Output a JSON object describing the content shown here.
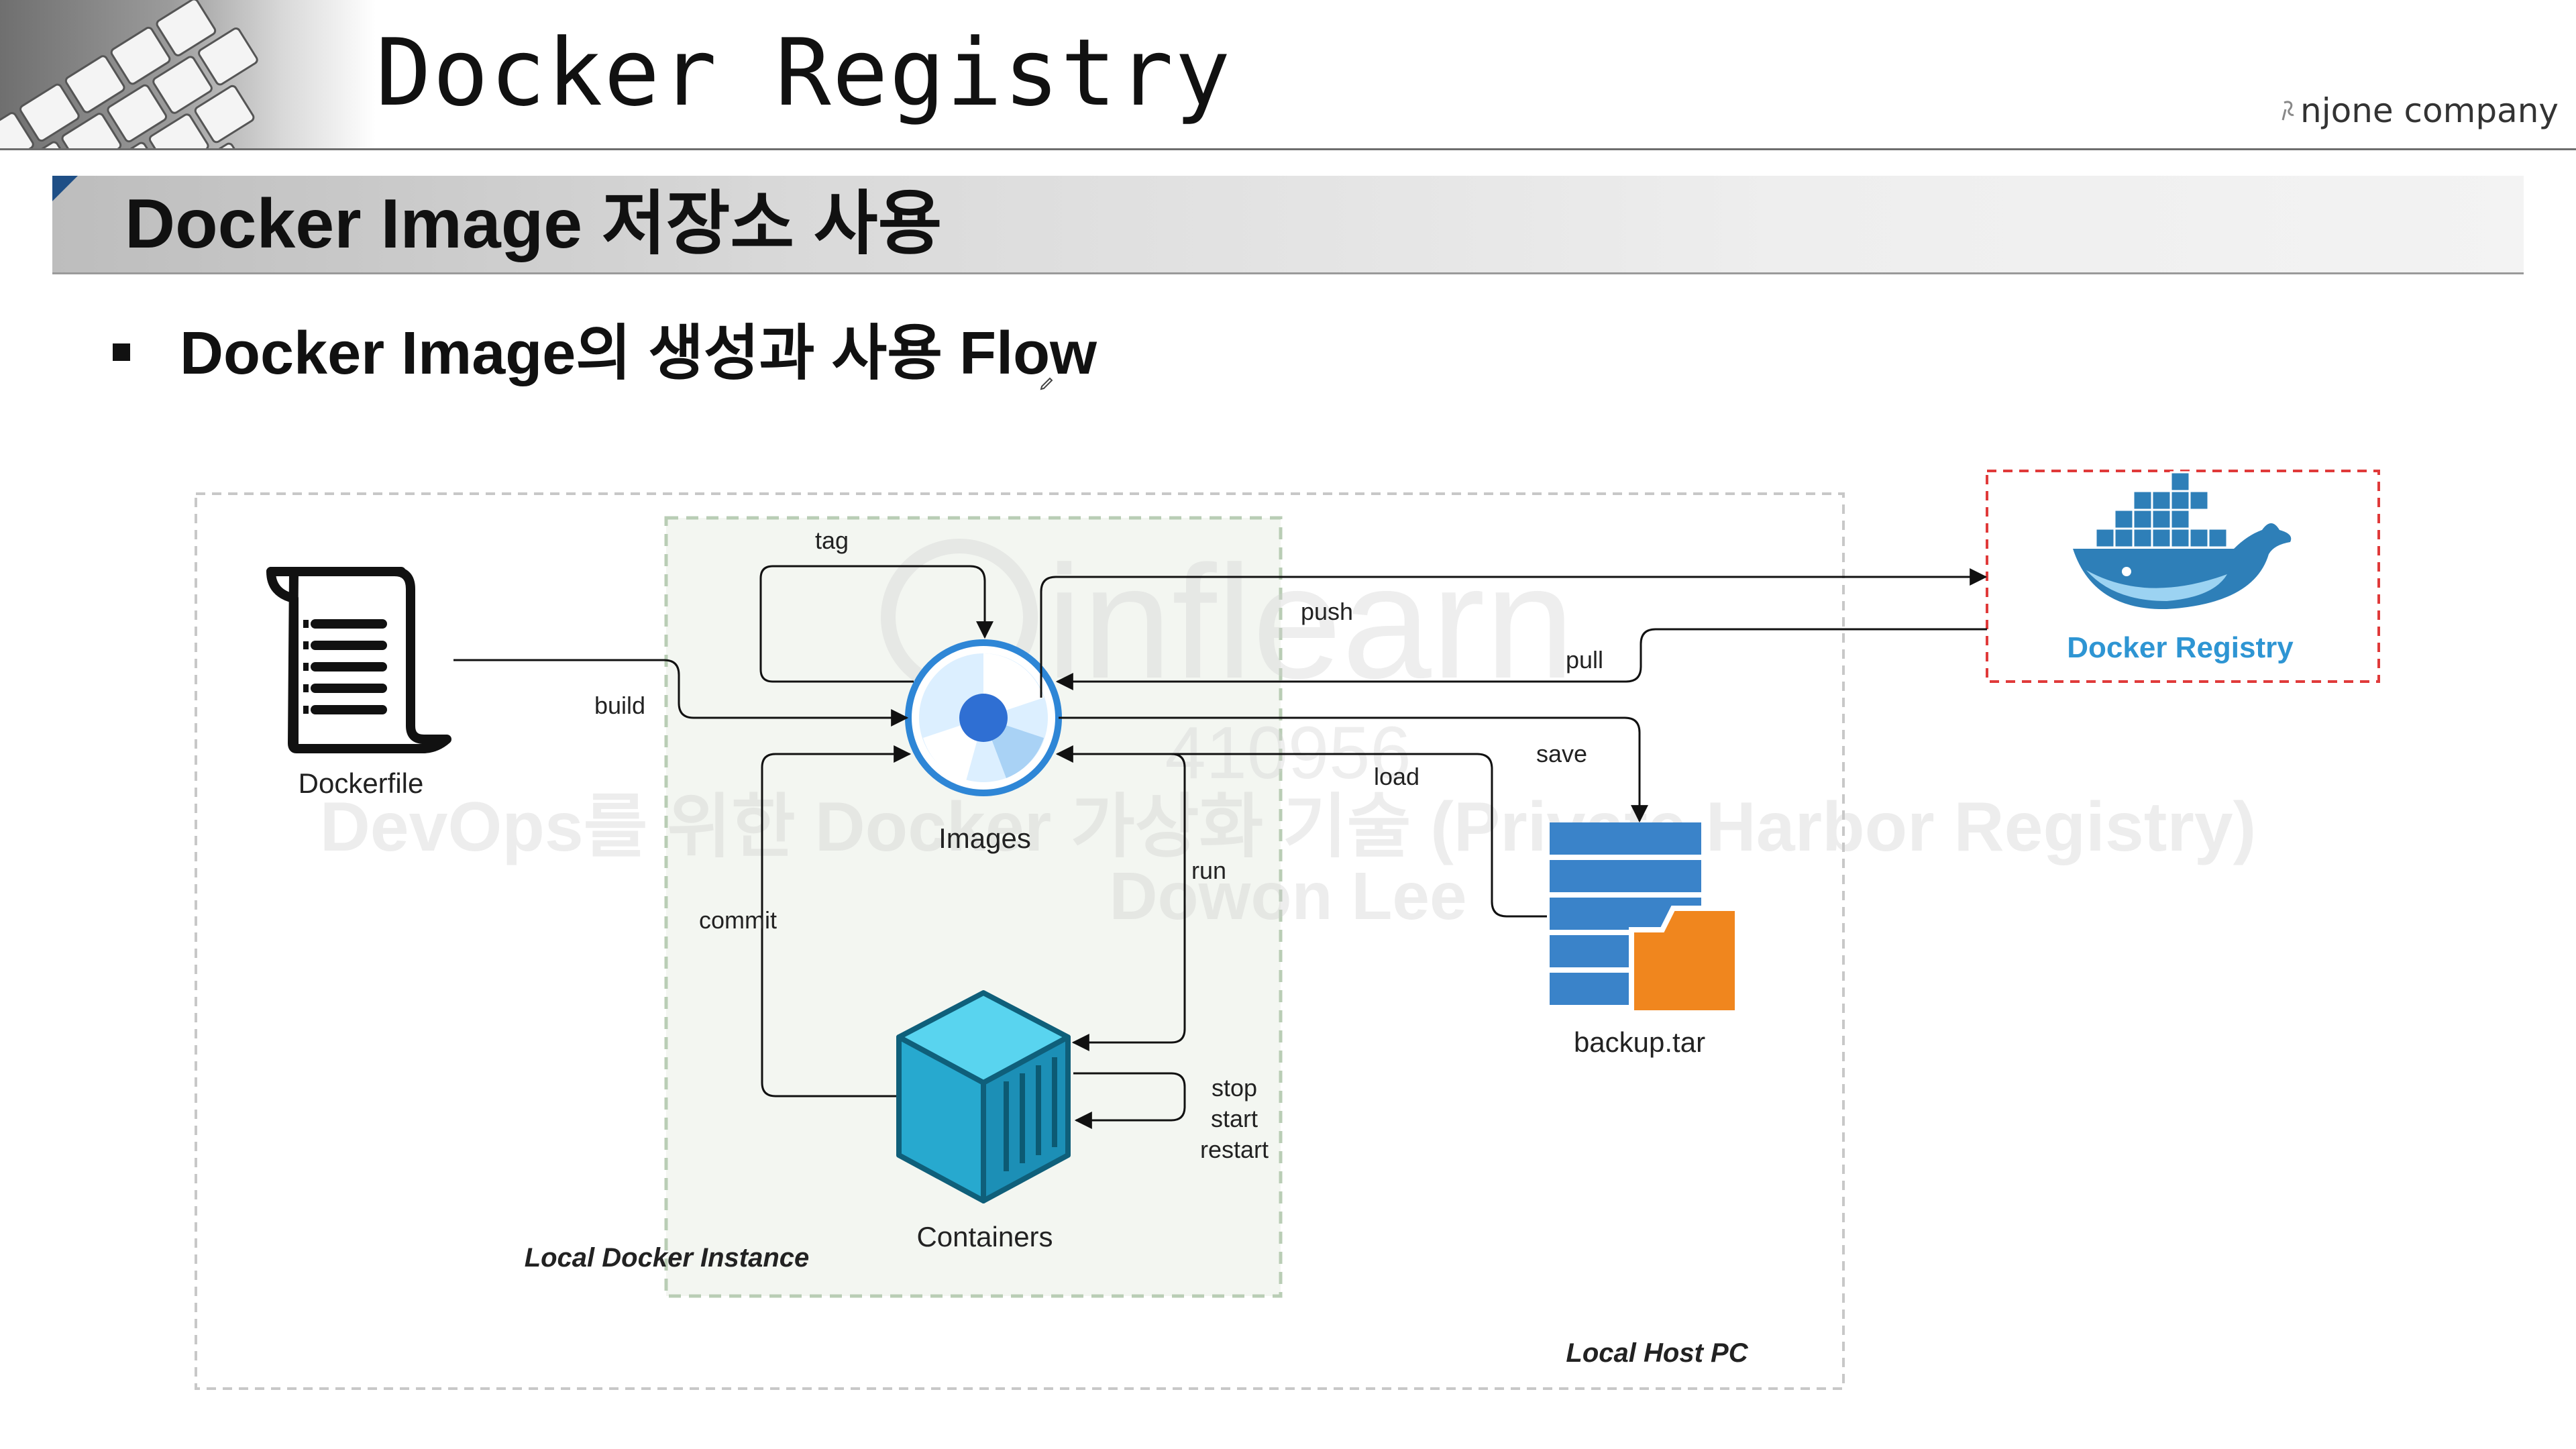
{
  "header": {
    "title": "Docker Registry",
    "brand": "njone company"
  },
  "section": {
    "title": "Docker Image 저장소 사용"
  },
  "bullet": {
    "text": "Docker Image의 생성과 사용 Flow"
  },
  "diagram": {
    "local_host_label": "Local Host PC",
    "local_docker_label": "Local Docker Instance",
    "dockerfile_label": "Dockerfile",
    "images_label": "Images",
    "containers_label": "Containers",
    "backup_label": "backup.tar",
    "registry_label": "Docker Registry",
    "edges": {
      "build": "build",
      "tag": "tag",
      "push": "push",
      "pull": "pull",
      "save": "save",
      "load": "load",
      "run": "run",
      "commit": "commit",
      "stop": "stop",
      "start": "start",
      "restart": "restart"
    }
  },
  "watermark": {
    "logo": "inflearn",
    "code": "410956",
    "course": "DevOps를 위한 Docker 가상화 기술 (Private Harbor Registry)",
    "author": "Dowon Lee"
  },
  "colors": {
    "registry_blue": "#2e95d3",
    "registry_border": "#e03a3a",
    "backup_blue": "#3a83c9",
    "folder_orange": "#f0861e",
    "container_cyan": "#2bb3d9",
    "section_corner": "#1f4f86"
  }
}
